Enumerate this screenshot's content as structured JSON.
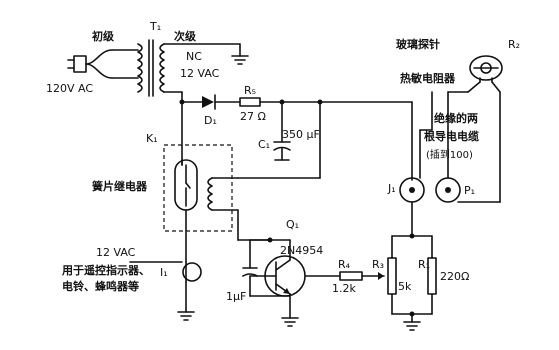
{
  "labels": {
    "primary": "初级",
    "secondary": "次级",
    "t1": "T₁",
    "nc": "NC",
    "vac_12_top": "12 VAC",
    "vac_120": "120V AC",
    "d1": "D₁",
    "r5": "R₅",
    "r5_value": "27 Ω",
    "c1": "C₁",
    "c1_value": "350 μF",
    "k1": "K₁",
    "reed_relay": "簧片继电器",
    "q1": "Q₁",
    "q1_part": "2N4954",
    "r4": "R₄",
    "r4_value": "1.2k",
    "r3": "R₃",
    "r3_value": "5k",
    "r1": "R₁",
    "r1_value": "220Ω",
    "cap_1uf": "1μF",
    "i1": "I₁",
    "vac_12_bottom": "12 VAC",
    "remote_line1": "用于遥控指示器、",
    "remote_line2": "电铃、蜂鸣器等",
    "glass_probe": "玻璃探针",
    "r2": "R₂",
    "thermistor": "热敏电阻器",
    "cable_line1": "绝缘的两",
    "cable_line2": "根导电电缆",
    "cable_line3": "(插到100)",
    "j1": "J₁",
    "p1": "P₁"
  }
}
